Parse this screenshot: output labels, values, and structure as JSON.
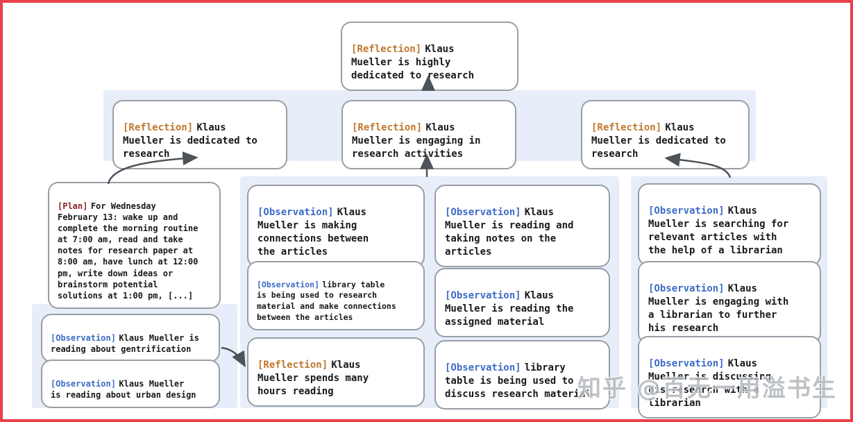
{
  "watermark": "知乎 @百无一用溢书生",
  "colors": {
    "frame_red": "#e9404b",
    "panel_blue": "#e7eefa",
    "card_border": "#989ea6",
    "reflection_tag": "#c0772e",
    "observation_tag": "#3d6cc5",
    "plan_tag": "#8e2420",
    "arrow": "#4d5359"
  },
  "nodes": {
    "top": {
      "tag": "[Reflection]",
      "text": "Klaus\nMueller is highly\ndedicated to research"
    },
    "row": [
      {
        "tag": "[Reflection]",
        "text": "Klaus\nMueller is dedicated to\nresearch"
      },
      {
        "tag": "[Reflection]",
        "text": "Klaus\nMueller is engaging in\nresearch activities"
      },
      {
        "tag": "[Reflection]",
        "text": "Klaus\nMueller is dedicated to\nresearch"
      }
    ],
    "plan": {
      "tag": "[Plan]",
      "text": "For Wednesday\nFebruary 13: wake up and\ncomplete the morning routine\nat 7:00 am, read and take\nnotes for research paper at\n8:00 am, have lunch at 12:00\npm, write down ideas or\nbrainstorm potential\nsolutions at 1:00 pm, [...]"
    },
    "left_panel": [
      {
        "tag": "[Observation]",
        "text": "Klaus Mueller is\nreading about gentrification"
      },
      {
        "tag": "[Observation]",
        "text": "Klaus Mueller\nis reading about urban design"
      }
    ],
    "middle_col1": [
      {
        "tag": "[Observation]",
        "text": "Klaus\nMueller is making\nconnections between\nthe articles"
      },
      {
        "tag": "[Observation]",
        "text": "library table\nis being used to research\nmaterial and make connections\nbetween the articles"
      },
      {
        "tag": "[Reflection]",
        "text": "Klaus\nMueller spends many\nhours reading"
      }
    ],
    "middle_col2": [
      {
        "tag": "[Observation]",
        "text": "Klaus\nMueller is reading and\ntaking notes on the\narticles"
      },
      {
        "tag": "[Observation]",
        "text": "Klaus\nMueller is reading the\nassigned material"
      },
      {
        "tag": "[Observation]",
        "text": "library\ntable is being used to\ndiscuss research material"
      }
    ],
    "right_panel": [
      {
        "tag": "[Observation]",
        "text": "Klaus\nMueller is searching for\nrelevant articles with\nthe help of a librarian"
      },
      {
        "tag": "[Observation]",
        "text": "Klaus\nMueller is engaging with\na librarian to further\nhis research"
      },
      {
        "tag": "[Observation]",
        "text": "Klaus\nMueller is discussing\nhis research with a\nlibrarian"
      }
    ]
  }
}
